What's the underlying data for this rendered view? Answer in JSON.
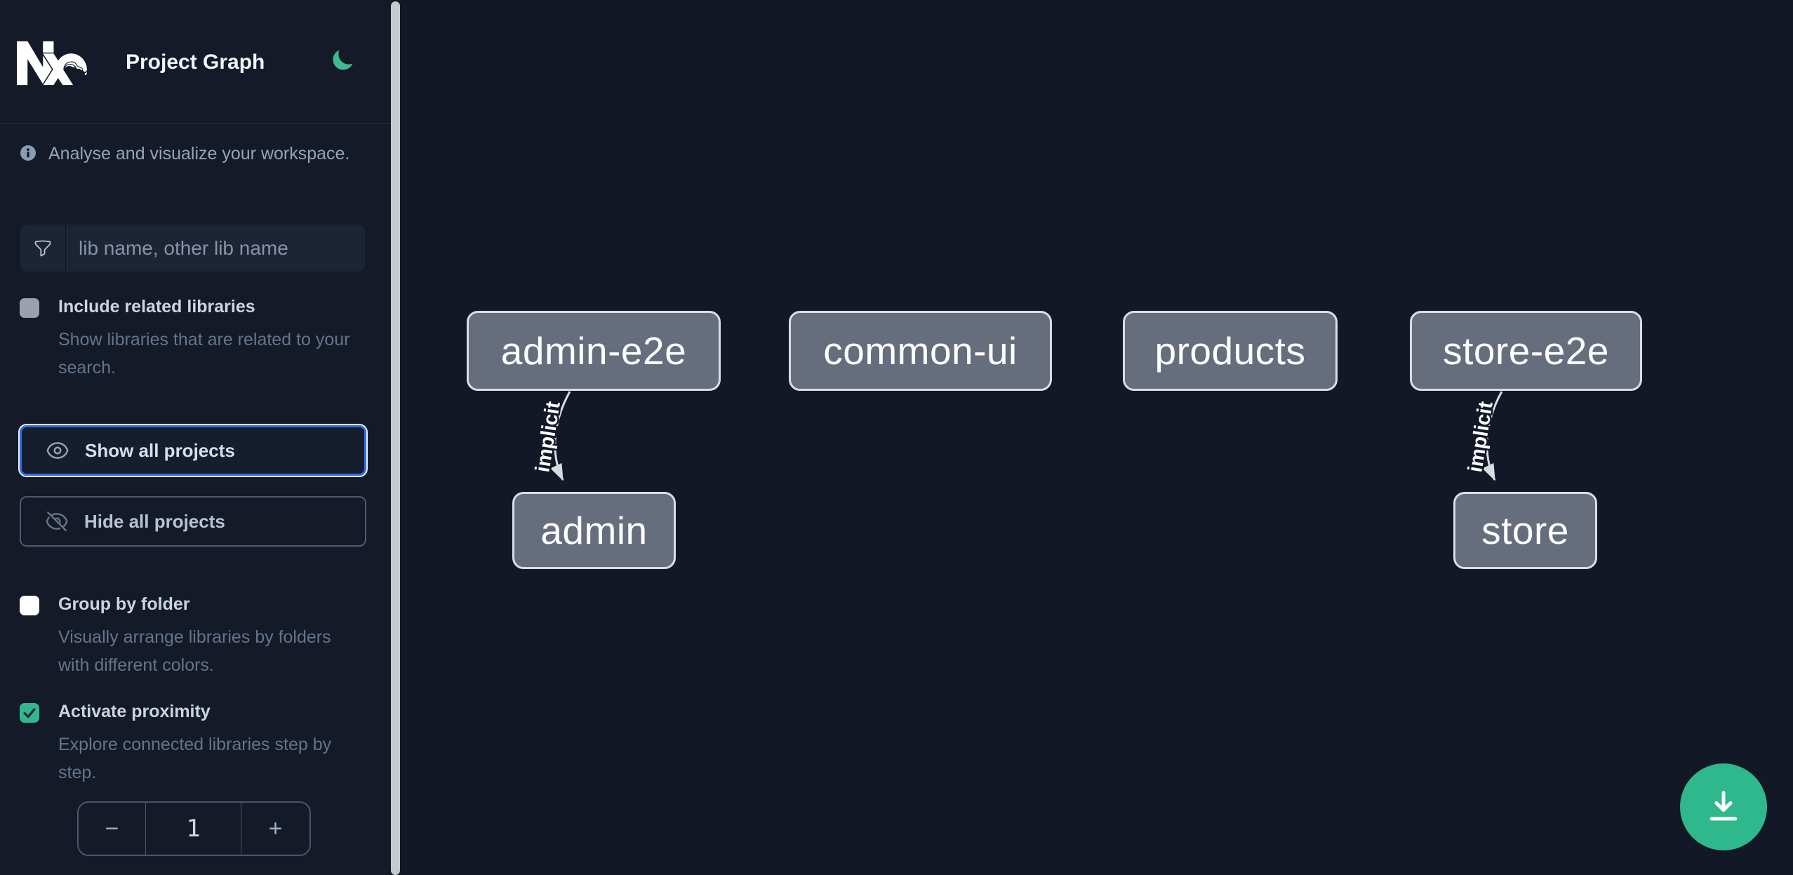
{
  "header": {
    "title": "Project Graph",
    "theme_toggle_icon": "moon-icon"
  },
  "sidebar": {
    "info": "Analyse and visualize your workspace.",
    "filter": {
      "placeholder": "lib name, other lib name",
      "icon": "funnel-icon"
    },
    "toggles": [
      {
        "label": "Include related libraries",
        "description": "Show libraries that are related to your search.",
        "checked": false,
        "style": "gray"
      },
      {
        "label": "Group by folder",
        "description": "Visually arrange libraries by folders with different colors.",
        "checked": false,
        "style": "white"
      },
      {
        "label": "Activate proximity",
        "description": "Explore connected libraries step by step.",
        "checked": true,
        "style": "green"
      }
    ],
    "actions": [
      {
        "label": "Show all projects",
        "icon": "eye-icon",
        "focused": true
      },
      {
        "label": "Hide all projects",
        "icon": "eye-slash-icon",
        "focused": false
      }
    ],
    "stepper": {
      "decrement": "−",
      "value": "1",
      "increment": "+"
    }
  },
  "graph": {
    "nodes": [
      {
        "label": "admin-e2e"
      },
      {
        "label": "common-ui"
      },
      {
        "label": "products"
      },
      {
        "label": "store-e2e"
      },
      {
        "label": "admin"
      },
      {
        "label": "store"
      }
    ],
    "edges": [
      {
        "from": "admin-e2e",
        "to": "admin",
        "label": "implicit"
      },
      {
        "from": "store-e2e",
        "to": "store",
        "label": "implicit"
      }
    ]
  },
  "fab": {
    "icon": "download-icon"
  },
  "colors": {
    "accent_green": "#2eb88c",
    "moon_green": "#3dba90",
    "focus_blue": "#2f6bf2",
    "node_fill": "#666e7e",
    "node_border": "#d9dee6",
    "edge": "#d7dce4",
    "sidebar_bg": "#141a28",
    "canvas_bg": "#121826"
  }
}
